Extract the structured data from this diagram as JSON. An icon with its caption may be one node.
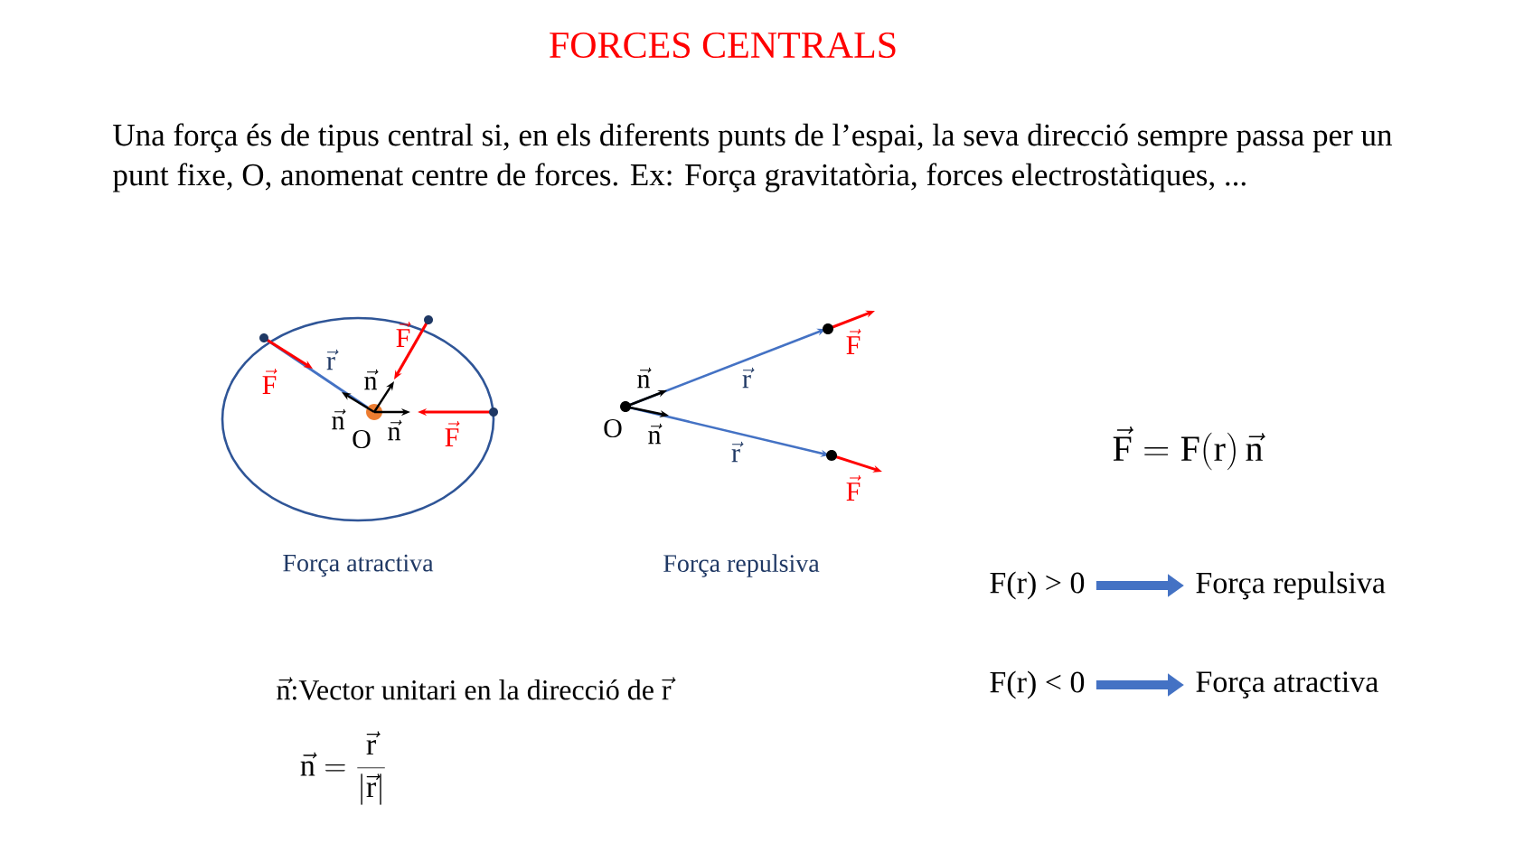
{
  "diagram": {
    "title": "FORCES CENTRALS",
    "nodes": [
      {
        "text": [
          "F(r) > 0"
        ]
      },
      {
        "text": [
          "Força repulsiva"
        ]
      },
      {
        "text": [
          "F(r) < 0"
        ]
      },
      {
        "text": [
          "Força atractiva"
        ]
      }
    ],
    "edges": [
      {
        "from": 0,
        "to": 1,
        "arrow": "to"
      },
      {
        "from": 2,
        "to": 3,
        "arrow": "to"
      }
    ],
    "labels": [
      "Una força és de tipus central si, en els diferents punts de l’espai, la seva direcció sempre passa per un punt fixe, O, anomenat centre de forces. Ex: Força gravitatòria, forces electrostàtiques, ...",
      "\\vec{\\mathrm{F}}",
      "\\vec{\\mathrm{r}}",
      "\\vec{\\mathrm{F}}",
      "\\vec{\\mathrm{n}}",
      "\\vec{\\mathrm{n}}",
      "O",
      "\\vec{\\mathrm{n}}",
      "\\vec{\\mathrm{F}}",
      "\\vec{\\mathrm{n}}",
      "O",
      "\\vec{\\mathrm{n}}",
      "\\vec{\\mathrm{r}}",
      "\\vec{\\mathrm{r}}",
      "\\vec{\\mathrm{F}}",
      "\\vec{\\mathrm{F}}",
      "Força atractiva",
      "Força repulsiva",
      "\\vec{\\mathrm{F}} = \\mathrm{F(r)}\\,\\vec{\\mathrm{n}}",
      "\\vec{\\mathrm{n}}\\hbox{:Vector unitari en la direcció de }\\vec{\\mathrm{r}}",
      "\\vec{\\mathrm{n}} = \\frac{\\vec{\\mathrm{r}}}{|\\vec{\\mathrm{r}}|}"
    ]
  }
}
